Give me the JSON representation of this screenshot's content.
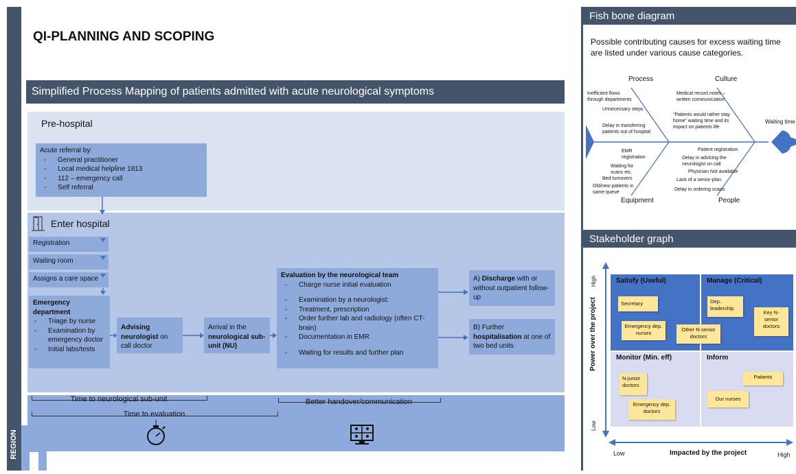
{
  "title": "QI-PLANNING AND SCOPING",
  "logo_text": "REGION",
  "process_map": {
    "banner": "Simplified Process Mapping of patients admitted with acute neurological symptoms",
    "prehospital_label": "Pre-hospital",
    "referral": {
      "heading": "Acute referral by:",
      "items": [
        "General practitioner",
        "Local medical helpline 1813",
        "112 – emergency call",
        "Self referral"
      ]
    },
    "hospital_label": "Enter hospital",
    "steps": [
      "Registration",
      "Waiting room",
      "Assigns a care space"
    ],
    "emergency": {
      "heading": "Emergency department",
      "items": [
        "Triage by nurse",
        "Examination by emergency doctor",
        "Initial labs/tests"
      ]
    },
    "advising": {
      "bold": "Advising neurologist",
      "rest": " on call doctor"
    },
    "arrival": {
      "pre": "Arrival in the ",
      "bold": "neurological sub-unit (NU)"
    },
    "evaluation": {
      "heading": "Evaluation by the neurological team",
      "items": [
        "Charge nurse initial evaluation",
        "Examination by a neurologist:",
        "Treatment, prescription",
        "Order further lab and radiology (often CT-brain)",
        "Documentation in EMR",
        "Waiting for results and further plan"
      ]
    },
    "discharge": {
      "pre": "A) ",
      "bold": "Discharge",
      "rest": " with or without outpatient follow-up"
    },
    "further": {
      "pre": "B) Further ",
      "bold": "hospitalisation",
      "rest": " at one of two bed units"
    },
    "timelines": {
      "t1": "Time to neurological sub-unit",
      "t2": "Time to evaluation",
      "t3": "Better handover/communication"
    },
    "icons": [
      "stopwatch-icon",
      "video-conference-icon",
      "door-icon"
    ]
  },
  "fishbone": {
    "header": "Fish bone diagram",
    "intro": "Possible contributing causes for excess waiting time are listed under various cause categories.",
    "categories": {
      "process": "Process",
      "culture": "Culture",
      "equipment": "Equipment",
      "people": "People"
    },
    "effect": "Waiting time",
    "process_causes": [
      "Inefficient flows through departments",
      "Unnecessary steps",
      "Delay in transferring patients out of hospital"
    ],
    "culture_causes": [
      "Medical record notes – written communication",
      "“Patients would rather stay home” waiting time and its impact on patients life"
    ],
    "equipment_causes": [
      "EMR registration",
      "Waiting for scans etc.",
      "Bed turnovers",
      "Old/new patients in same queue"
    ],
    "people_causes": [
      "Patient registration",
      "Delay in advising the neurologist on call",
      "Physician Not available",
      "Lack of a senior-plan",
      "Delay in ordering scans"
    ]
  },
  "stakeholder": {
    "header": "Stakeholder graph",
    "y_axis": "Power over the project",
    "x_axis": "Impacted by the project",
    "y_high": "High",
    "y_low": "Low",
    "x_low": "Low",
    "x_high": "High",
    "quadrants": {
      "satisfy": "Satisfy (Useful)",
      "manage": "Manage (Critical)",
      "monitor": "Monitor (Min. eff)",
      "inform": "Inform"
    },
    "stickies": {
      "secretary": "Secretary",
      "em_nurses": "Emergency dep. nurses",
      "other_senior": "Other N-senior doctors",
      "dep_leadership": "Dep. leadership",
      "key_senior": "Key N-senior doctors",
      "n_junior": "N-junior doctors",
      "em_doctors": "Emergency dep. doctors",
      "patients": "Patients",
      "our_nurses": "Our nurses"
    },
    "colors": {
      "high_power": "#4472c4",
      "low_power": "#d9dcf0",
      "sticky": "#ffe699"
    }
  }
}
